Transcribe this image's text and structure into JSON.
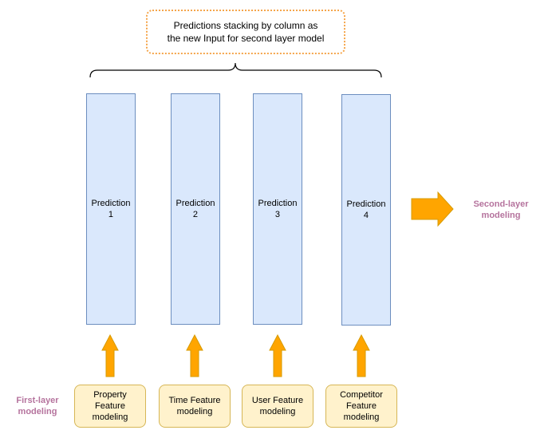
{
  "header": {
    "line1": "Predictions stacking by column as",
    "line2": "the new Input for second layer model"
  },
  "predictions": [
    {
      "line1": "Prediction",
      "line2": "1"
    },
    {
      "line1": "Prediction",
      "line2": "2"
    },
    {
      "line1": "Prediction",
      "line2": "3"
    },
    {
      "line1": "Prediction",
      "line2": "4"
    }
  ],
  "features": [
    {
      "lines": [
        "Property",
        "Feature",
        "modeling"
      ]
    },
    {
      "lines": [
        "Time Feature",
        "modeling"
      ]
    },
    {
      "lines": [
        "User Feature",
        "modeling"
      ]
    },
    {
      "lines": [
        "Competitor",
        "Feature",
        "modeling"
      ]
    }
  ],
  "labels": {
    "first_layer": [
      "First-layer",
      "modeling"
    ],
    "second_layer": [
      "Second-layer",
      "modeling"
    ]
  },
  "colors": {
    "prediction_fill": "#dae8fc",
    "prediction_border": "#6c8ebf",
    "feature_fill": "#fff2cc",
    "feature_border": "#d6b656",
    "arrow_fill": "#ffa500",
    "arrow_stroke": "#d79b00",
    "label_color": "#b5739d",
    "header_border": "#f5a54a"
  }
}
